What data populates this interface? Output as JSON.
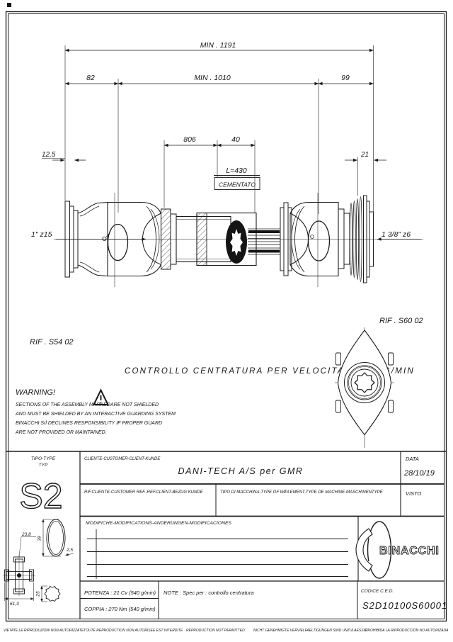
{
  "dims": {
    "min_overall": "MIN . 1191",
    "d82": "82",
    "min_inner": "MIN . 1010",
    "d99": "99",
    "d806": "806",
    "d40": "40",
    "d125": "12,5",
    "d21": "21",
    "l430": "L=430",
    "cementato": "CEMENTATO"
  },
  "labels": {
    "spline_left": "1\" z15",
    "spline_right": "1 3/8\" z6",
    "rif_left": "RIF . S54 02",
    "rif_right": "RIF . S60 02",
    "control": "CONTROLLO CENTRATURA PER VELOCITA' 2.000 G/MIN"
  },
  "warning": {
    "title": "WARNING!",
    "l1a": "SECTIONS OF THE ASSEMBLY MARKED",
    "l1b": "ARE NOT SHIELDED",
    "l2": "AND MUST BE SHIELDED BY AN INTERACTIVE GUARDING SYSTEM",
    "l3": "BINACCHI Srl DECLINES RESPONSIBILITY IF PROPER GUARD",
    "l4": "ARE NOT PROVIDED OR MAINTAINED."
  },
  "section": {
    "cup": "23,8",
    "cross": "61,3",
    "tube_od": "39",
    "wall": "2,5",
    "spline": "25"
  },
  "titleblock": {
    "tipo_label": "TIPO-TYPE",
    "tipo_label2": "TYP",
    "tipo_value": "S2",
    "cliente_label": "CLIENTE-CUSTOMER-CLIENT-KUNDE",
    "cliente_value": "DANI-TECH A/S per GMR",
    "data_label": "DATA",
    "data_value": "28/10/19",
    "rif_label": "RIF.CLIENTE-CUSTOMER REF.-REF.CLIENT-BEZUG KUNDE",
    "macchina_label": "TIPO DI MACCHINA-TYPE OF IMPLEMENT-TYPE DE MACHINE-MASCHINENTYPE",
    "visto_label": "VISTO",
    "modifiche_label": "MODIFICHE-MODIFICATIONS-ANDERUNGEN-MODIFICACIONES",
    "brand": "BINACCHI",
    "potenza": "POTENZA : 21 Cv (540 g/min)",
    "coppia": "COPPIA : 270 Nm (540 g/min)",
    "note": "NOTE : Spec per : controllo centratura",
    "codice_label": "CODICE C.E.D.",
    "codice_value": "S2D10100S60001"
  },
  "footer": {
    "it": "VIETATE LE RIPRODUZIONI NON AUTORIZZATE",
    "fr": "TOUTE REPRODUCTION NON AUTORISEE EST INTERDITE",
    "en": "REPRODUCTION NOT PERMITTED",
    "de": "NICHT GENEHMIGTE VERVIELFAELTIGUNGEN SIND UNZULAESSIG",
    "es": "PROHIBIDA LA RIPRODUCCION NO AUTORIZADA"
  }
}
